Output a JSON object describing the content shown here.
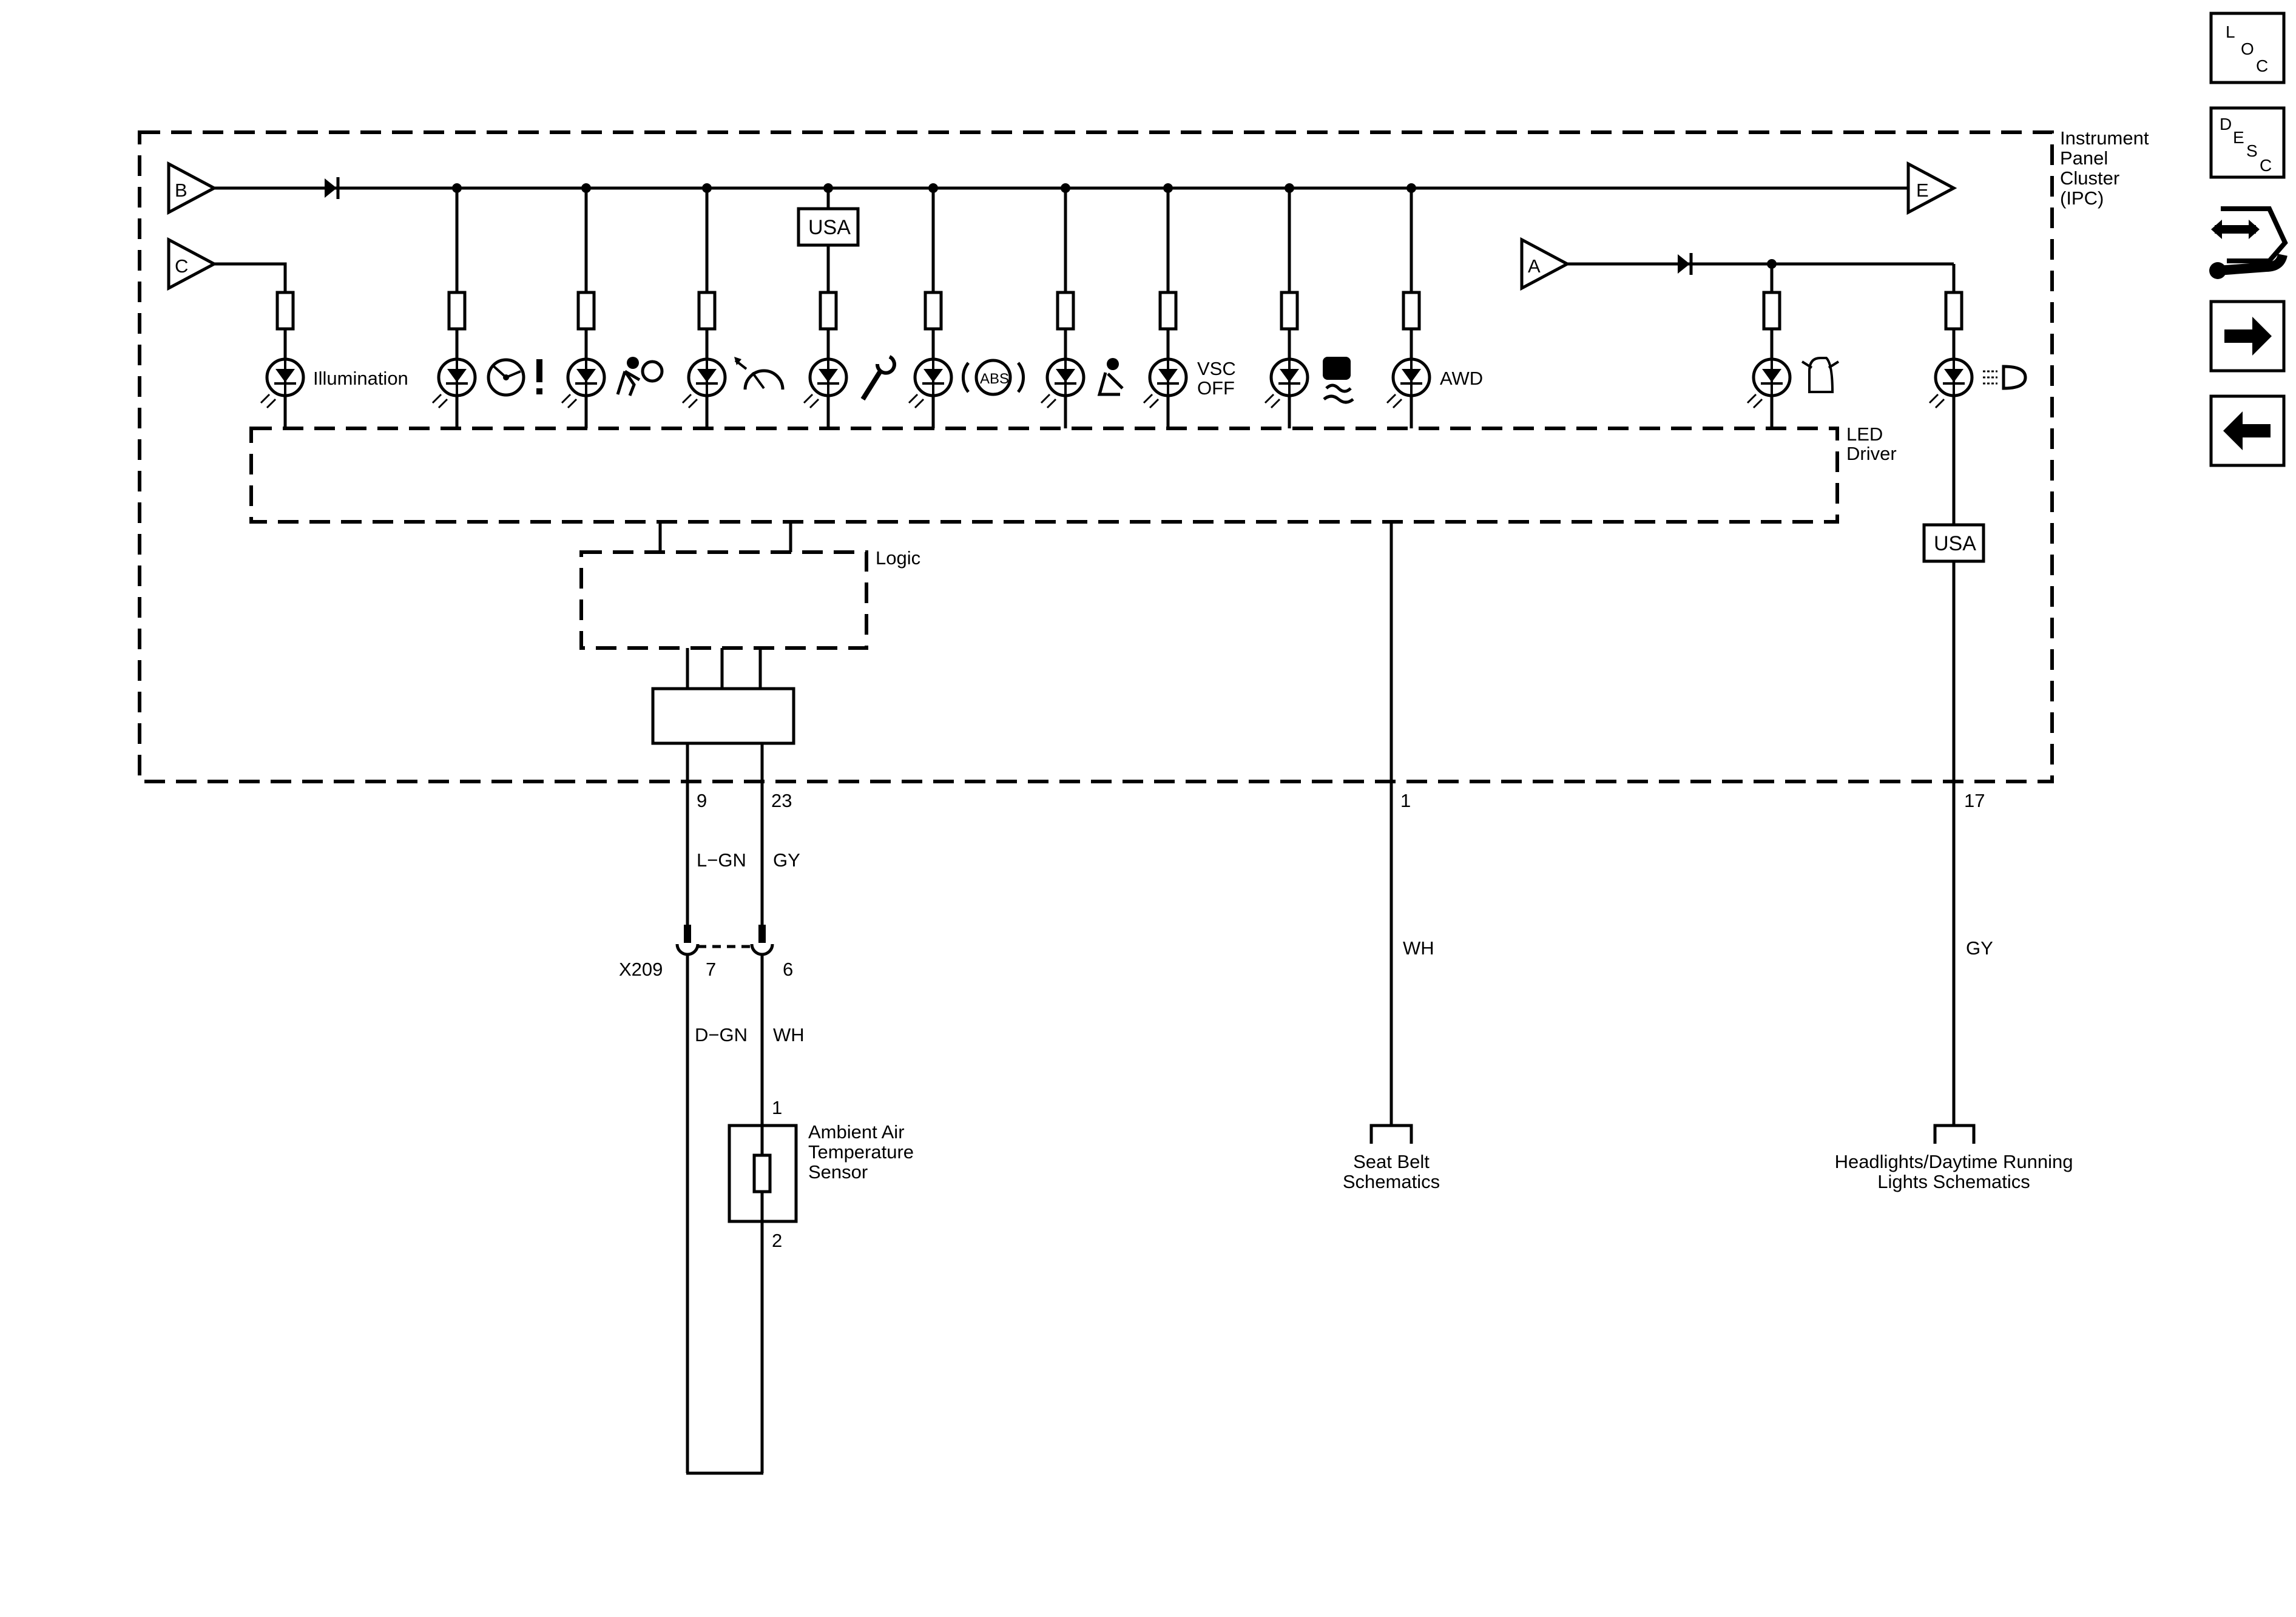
{
  "module": {
    "name_lines": [
      "Instrument",
      "Panel",
      "Cluster",
      "(IPC)"
    ]
  },
  "connectors": {
    "b": "B",
    "c": "C",
    "e": "E",
    "a": "A"
  },
  "lamps": {
    "illumination": "Illumination",
    "vsc_off_line1": "VSC",
    "vsc_off_line2": "OFF",
    "awd": "AWD",
    "abs": "ABS"
  },
  "option_tags": {
    "usa_upper": "USA",
    "usa_lower": "USA"
  },
  "blocks": {
    "led_driver_line1": "LED",
    "led_driver_line2": "Driver",
    "logic": "Logic"
  },
  "pins": {
    "p9": "9",
    "p23": "23",
    "p1": "1",
    "p17": "17"
  },
  "wire_colors": {
    "w9": "L−GN",
    "w23": "GY",
    "w1": "WH",
    "w17": "GY",
    "w7": "D−GN",
    "w6": "WH"
  },
  "inline_connector": {
    "name": "X209",
    "pin_a": "7",
    "pin_b": "6"
  },
  "sensor": {
    "name_lines": [
      "Ambient Air",
      "Temperature",
      "Sensor"
    ],
    "pin1": "1",
    "pin2": "2"
  },
  "references": {
    "seat_belt": [
      "Seat Belt",
      "Schematics"
    ],
    "headlights": [
      "Headlights/Daytime Running",
      "Lights Schematics"
    ]
  },
  "nav": {
    "loc": [
      "L",
      "O",
      "C"
    ],
    "desc": [
      "D",
      "E",
      "S",
      "C"
    ]
  }
}
